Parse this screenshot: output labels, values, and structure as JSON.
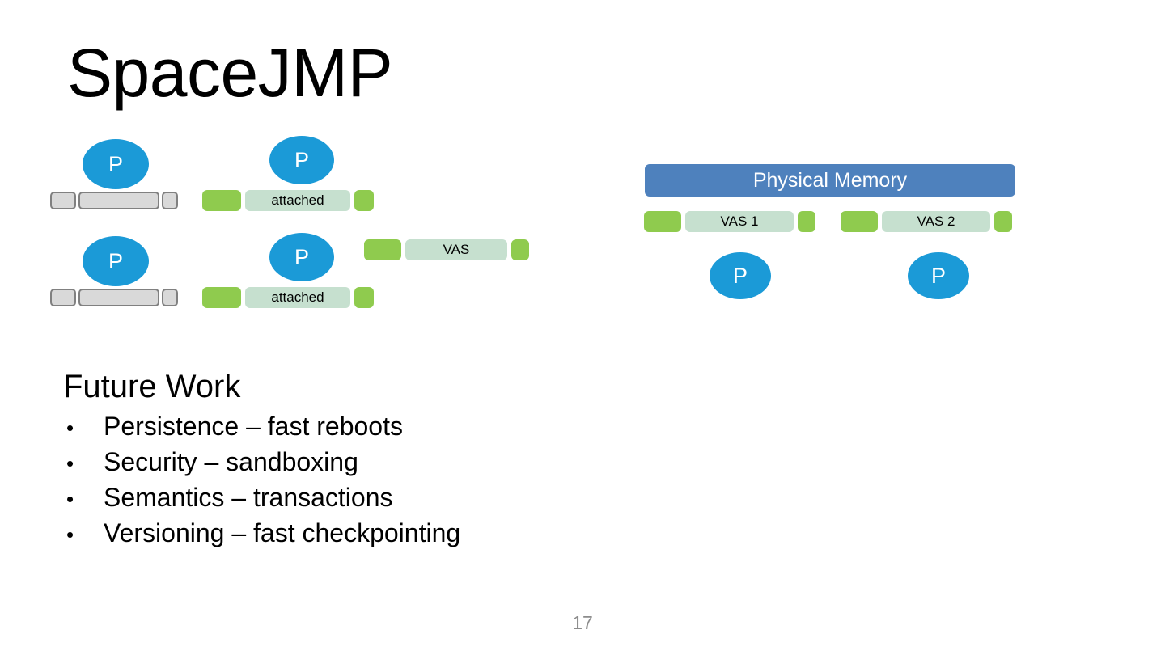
{
  "slide": {
    "title": "SpaceJMP",
    "page_number": "17",
    "background_color": "#FFFFFF"
  },
  "colors": {
    "process_blue": "#1B9AD7",
    "physical_memory_blue": "#4E81BD",
    "segment_green": "#8FCB4E",
    "vas_mint": "#C6E0CF",
    "grey_fill": "#D9D9D9",
    "grey_border": "#808080",
    "text_black": "#000000",
    "page_number_grey": "#8C8C8C"
  },
  "diagram_left": {
    "rows": [
      {
        "process_label": "P",
        "detached_bar_segments": [
          "",
          "",
          ""
        ],
        "attached_process_label": "P",
        "attached_bar_label": "attached"
      },
      {
        "process_label": "P",
        "detached_bar_segments": [
          "",
          "",
          ""
        ],
        "attached_process_label": "P",
        "attached_bar_label": "attached",
        "extra_bar_label": "VAS"
      }
    ]
  },
  "diagram_right": {
    "physical_memory_label": "Physical Memory",
    "vas_blocks": [
      {
        "label": "VAS 1",
        "process_label": "P"
      },
      {
        "label": "VAS 2",
        "process_label": "P"
      }
    ]
  },
  "body": {
    "heading": "Future Work",
    "bullet_glyph": "•",
    "bullets": [
      "Persistence – fast reboots",
      "Security – sandboxing",
      "Semantics – transactions",
      "Versioning – fast checkpointing"
    ]
  }
}
